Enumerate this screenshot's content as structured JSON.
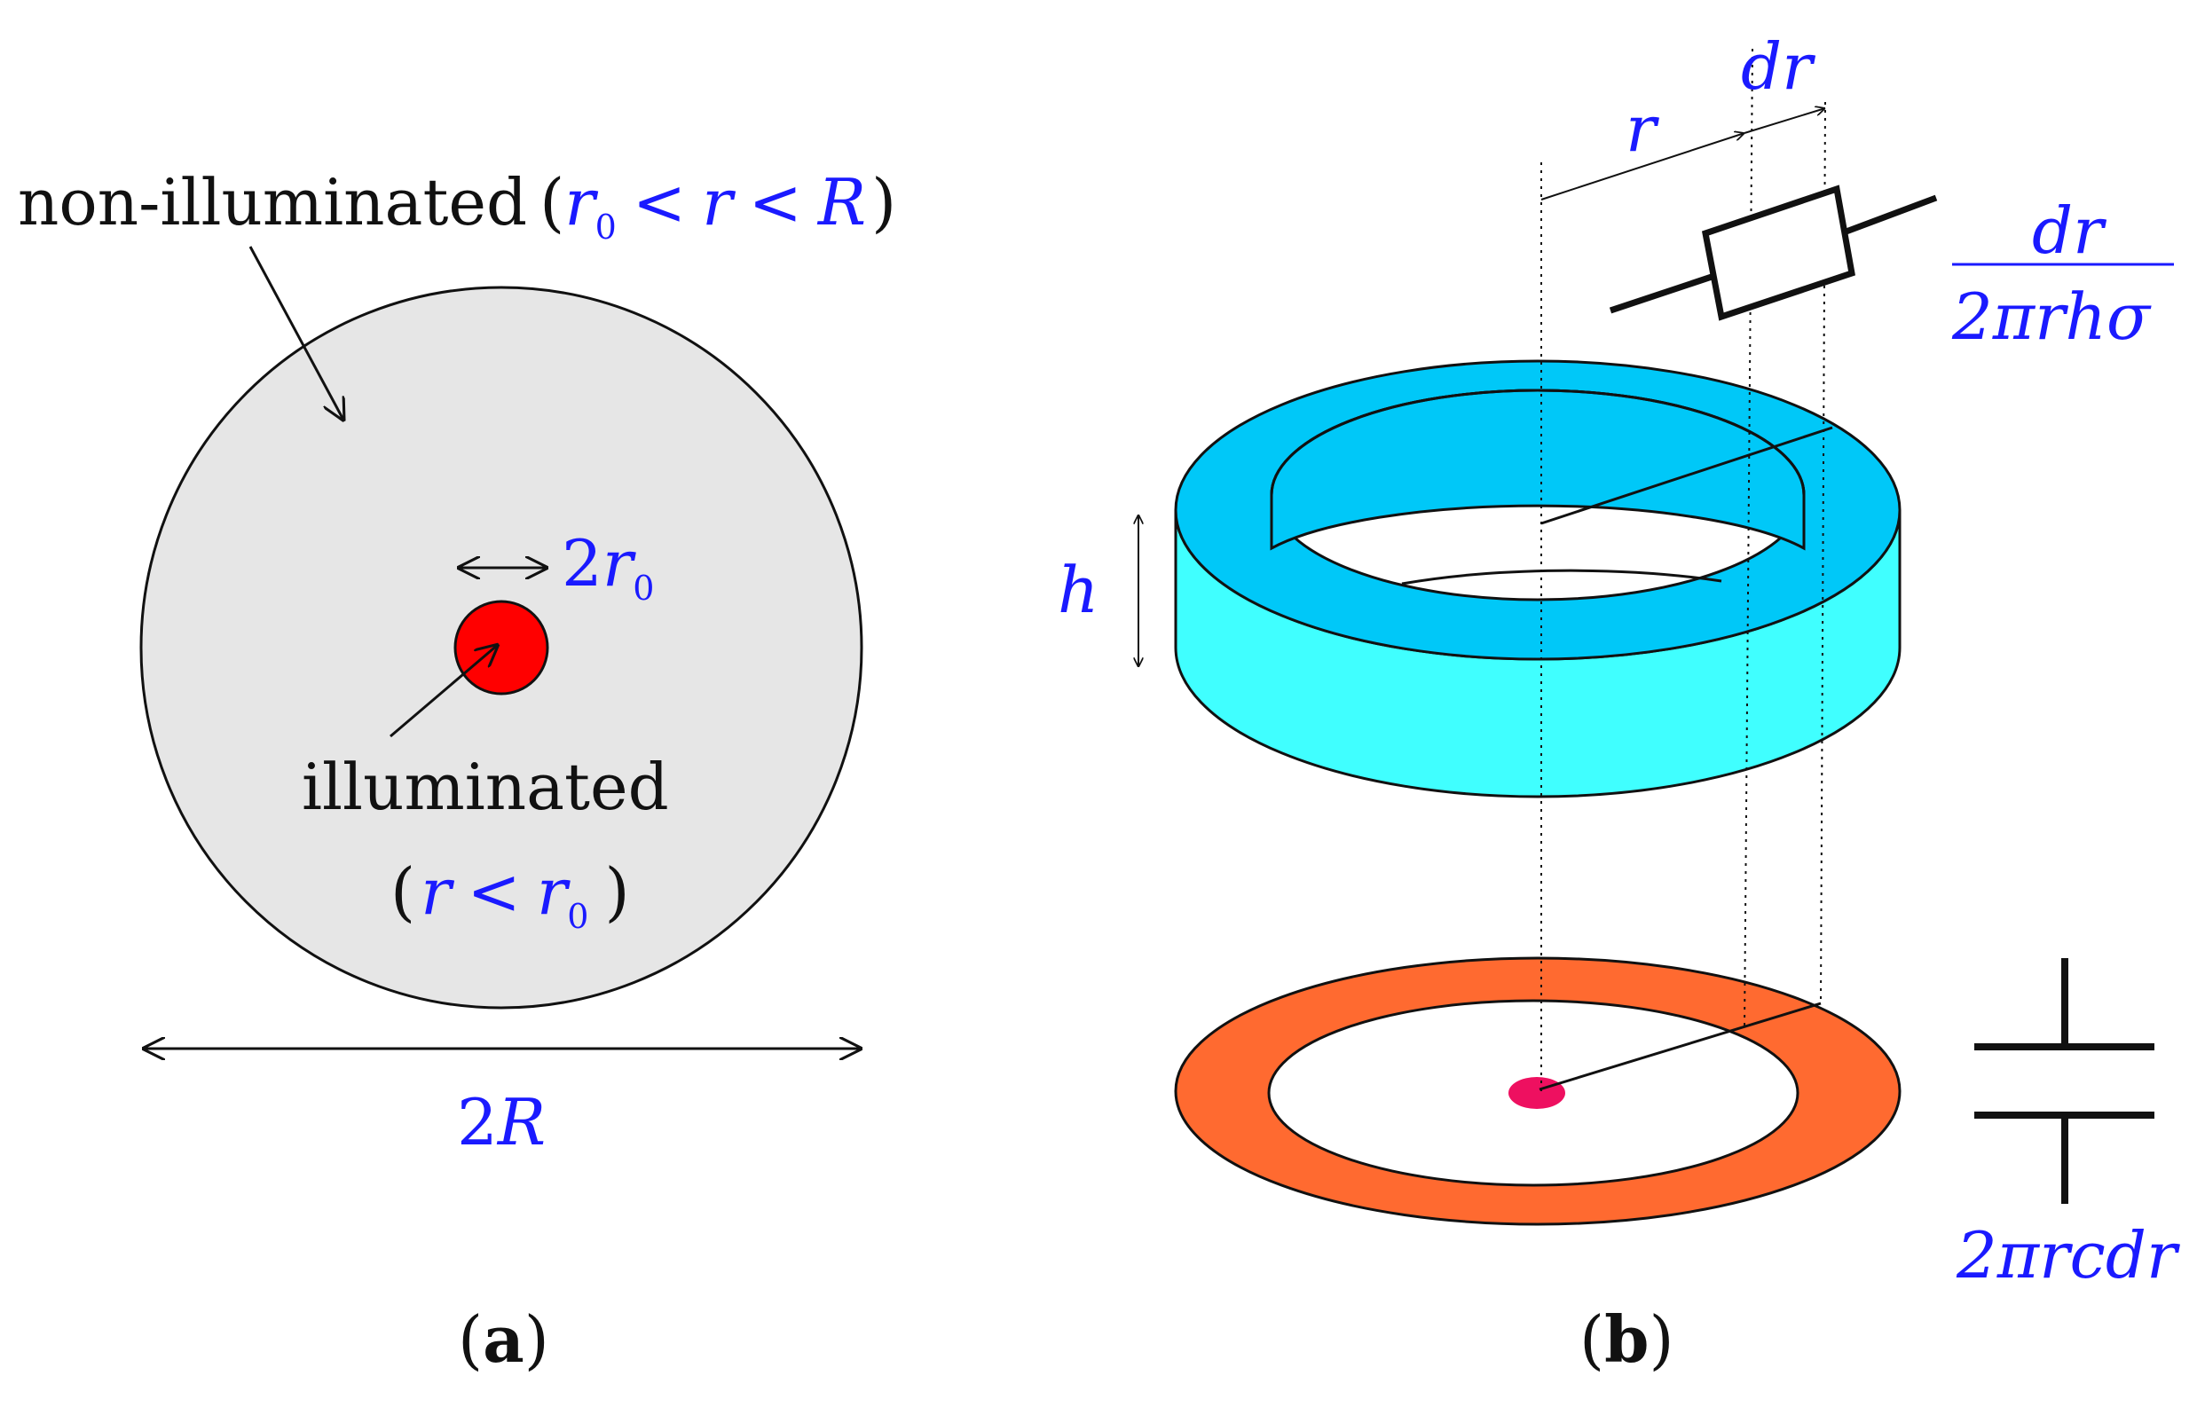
{
  "panel_a": {
    "label_open": "(",
    "label_letter": "a",
    "label_close": ")",
    "non_illuminated": {
      "text": "non-illuminated",
      "paren_open": "(",
      "r0_var": "r",
      "r0_sub": "0",
      "lt1": "<",
      "r_var": "r",
      "lt2": "<",
      "R_var": "R",
      "paren_close": ")"
    },
    "spot_width": {
      "coef": "2",
      "var": "r",
      "sub": "0"
    },
    "illuminated": {
      "text": "illuminated",
      "paren_open": "(",
      "r_var": "r",
      "lt": "<",
      "r0_var": "r",
      "r0_sub": "0",
      "paren_close": ")"
    },
    "diameter": {
      "coef": "2",
      "var": "R"
    }
  },
  "panel_b": {
    "label_open": "(",
    "label_letter": "b",
    "label_close": ")",
    "r_label": "r",
    "dr_label": "dr",
    "h_label": "h",
    "resistance": {
      "numerator": "dr",
      "denominator": "2πrhσ"
    },
    "capacitance": "2πrcdr"
  },
  "colors": {
    "disk_fill": "#e6e6e6",
    "spot_red": "#ff0000",
    "ring_top": "#00c8f8",
    "ring_side": "#40ffff",
    "electrode_orange": "#ff6a30",
    "center_dot": "#ee1060",
    "math_blue": "#1a1aff"
  }
}
